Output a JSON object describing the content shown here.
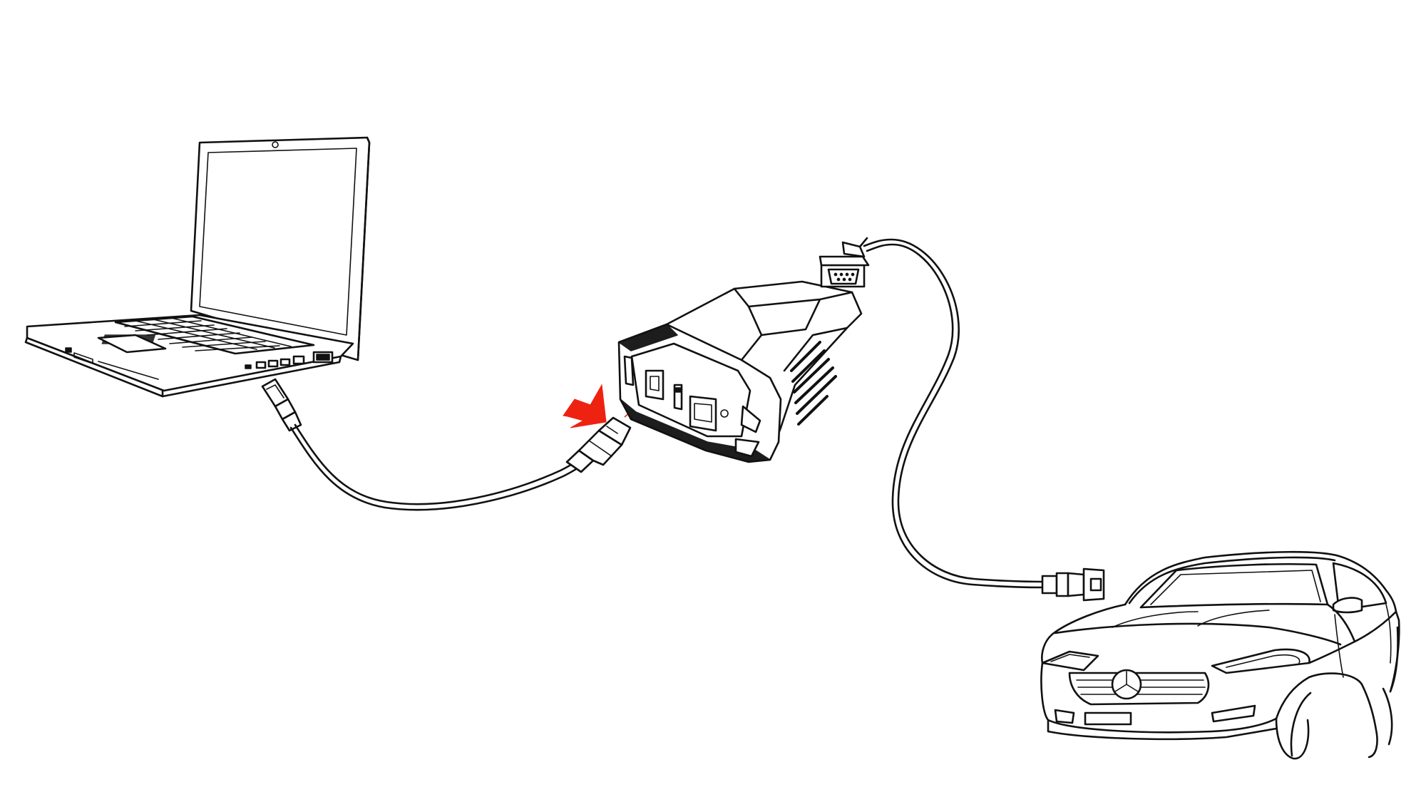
{
  "figure": {
    "description_items": [
      "laptop",
      "usb-cable",
      "diagnostic-interface",
      "obd-cable",
      "car"
    ]
  },
  "colors": {
    "background": "#ffffff",
    "line": "#111111",
    "accent_arrow": "#ee2211"
  },
  "icons": {
    "connect_arrow": "arrow-icon"
  }
}
